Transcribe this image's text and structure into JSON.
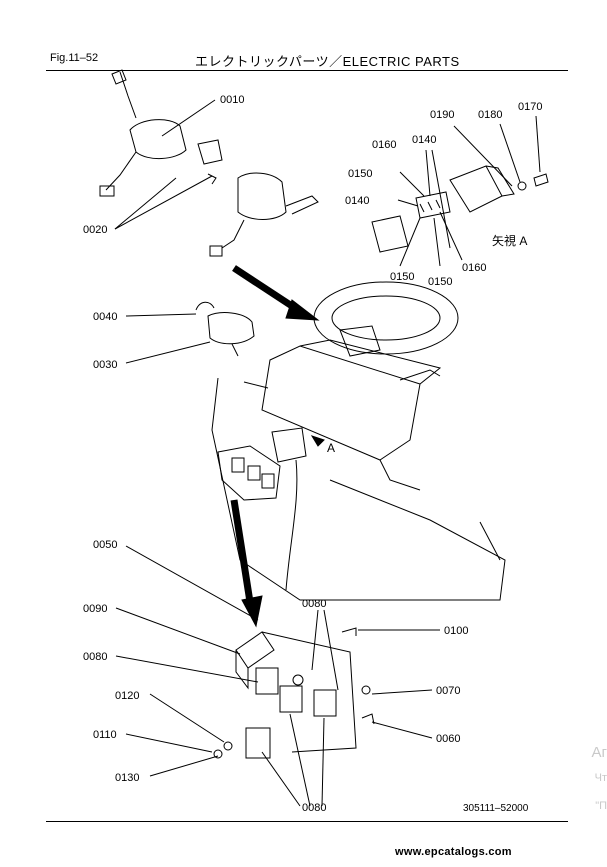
{
  "header": {
    "figure": "Fig.11–52",
    "title": "エレクトリックパーツ／ELECTRIC PARTS"
  },
  "parts": [
    {
      "id": "0010"
    },
    {
      "id": "0020"
    },
    {
      "id": "0030"
    },
    {
      "id": "0040"
    },
    {
      "id": "0050"
    },
    {
      "id": "0060"
    },
    {
      "id": "0070"
    },
    {
      "id": "0080"
    },
    {
      "id": "0090"
    },
    {
      "id": "0100"
    },
    {
      "id": "0110"
    },
    {
      "id": "0120"
    },
    {
      "id": "0130"
    },
    {
      "id": "0140"
    },
    {
      "id": "0150"
    },
    {
      "id": "0160"
    },
    {
      "id": "0170"
    },
    {
      "id": "0180"
    },
    {
      "id": "0190"
    }
  ],
  "labels": {
    "p0010": "0010",
    "p0020": "0020",
    "p0030": "0030",
    "p0040": "0040",
    "p0050": "0050",
    "p0060": "0060",
    "p0070": "0070",
    "p0080": "0080",
    "p0090": "0090",
    "p0100": "0100",
    "p0110": "0110",
    "p0120": "0120",
    "p0130": "0130",
    "p0140": "0140",
    "p0150": "0150",
    "p0160": "0160",
    "p0170": "0170",
    "p0180": "0180",
    "p0190": "0190",
    "view_a": "矢視 A",
    "a": "A"
  },
  "footer": {
    "code": "305111–52000",
    "site": "www.epcatalogs.com"
  },
  "overlay": {
    "line1": "Aг",
    "line2": "Чт",
    "line3": "\"П"
  }
}
